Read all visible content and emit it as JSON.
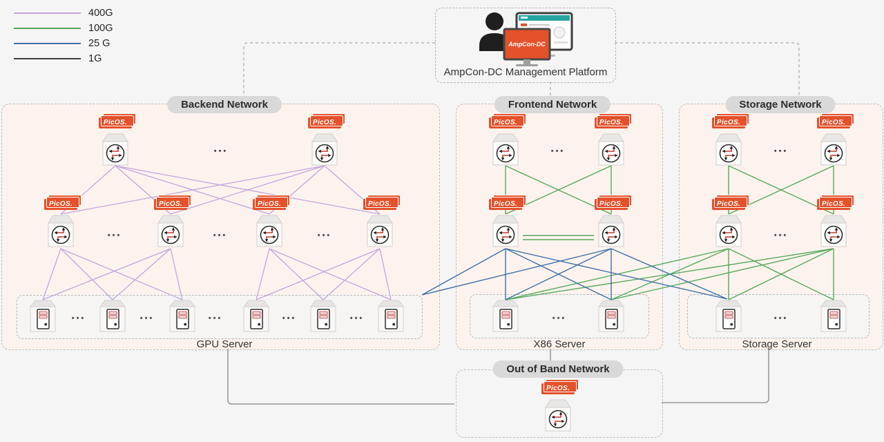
{
  "legend": {
    "items": [
      {
        "label": "400G",
        "color": "#c3a4dd"
      },
      {
        "label": "100G",
        "color": "#57a85c"
      },
      {
        "label": "25 G",
        "color": "#3d6fa6"
      },
      {
        "label": "1G",
        "color": "#3d3d3d"
      }
    ]
  },
  "management": {
    "label": "AmpCon-DC Management Platform",
    "screen_brand": "AmpCon-DC"
  },
  "badge": {
    "picos": "PicOS."
  },
  "ellipsis": "•••",
  "networks": {
    "backend": {
      "title": "Backend Network",
      "server_label": "GPU Server"
    },
    "frontend": {
      "title": "Frontend Network",
      "server_label": "X86 Server"
    },
    "storage": {
      "title": "Storage Network",
      "server_label": "Storage Server"
    },
    "oob": {
      "title": "Out of Band Network"
    }
  },
  "colors": {
    "purple_400g": "#c3a4dd",
    "green_100g": "#57a85c",
    "blue_25g": "#3d6fa6",
    "dark_1g": "#3d3d3d",
    "gray_connector": "#9a9a9a",
    "picos_orange": "#e4512a",
    "pill_background": "#d9d9d9",
    "network_box_fill": "#fcf3ee",
    "page_background": "#f5f5f5"
  }
}
